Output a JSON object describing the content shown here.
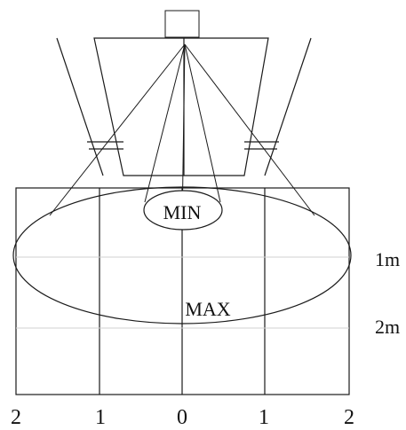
{
  "labels": {
    "min": "MIN",
    "max": "MAX"
  },
  "distance_labels": [
    "1m",
    "2m"
  ],
  "axis_labels": [
    "2",
    "1",
    "0",
    "1",
    "2"
  ]
}
